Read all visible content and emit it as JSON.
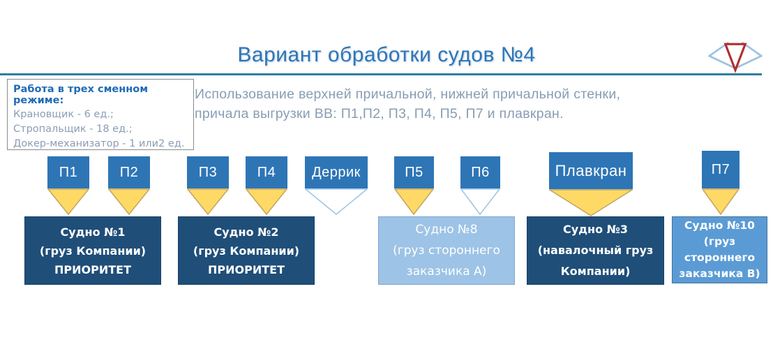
{
  "title": "Вариант обработки судов №4",
  "info_box": {
    "heading": "Работа в трех сменном режиме:",
    "lines": [
      "Крановщик - 6 ед.;",
      "Стропальщик - 18 ед.;",
      "Докер-механизатор - 1 или2 ед."
    ]
  },
  "description": {
    "line1": "Использование верхней причальной, нижней причальной стенки,",
    "line2": "причала выгрузки ВВ: П1,П2, П3, П4, П5, П7 и плавкран."
  },
  "cranes": [
    {
      "label": "П1",
      "arrow": "yellow"
    },
    {
      "label": "П2",
      "arrow": "yellow"
    },
    {
      "label": "П3",
      "arrow": "yellow"
    },
    {
      "label": "П4",
      "arrow": "yellow"
    },
    {
      "label": "Деррик",
      "arrow": "outline"
    },
    {
      "label": "П5",
      "arrow": "yellow"
    },
    {
      "label": "П6",
      "arrow": "outline"
    },
    {
      "label": "Плавкран",
      "arrow": "yellow"
    },
    {
      "label": "П7",
      "arrow": "yellow"
    }
  ],
  "ships": [
    {
      "lines": [
        "Судно №1",
        "(груз Компании)",
        "ПРИОРИТЕТ"
      ]
    },
    {
      "lines": [
        "Судно №2",
        "(груз Компании)",
        "ПРИОРИТЕТ"
      ]
    },
    {
      "lines": [
        "Судно №8",
        "(груз стороннего",
        "заказчика А)"
      ]
    },
    {
      "lines": [
        "Судно №3",
        "(навалочный груз",
        "Компании)"
      ]
    },
    {
      "lines": [
        "Судно №10",
        "(груз",
        "стороннего",
        "заказчика В)"
      ]
    }
  ],
  "colors": {
    "title_blue": "#2E75B6",
    "rule_teal": "#2E7C9E",
    "crane_blue": "#2E75B6",
    "arrow_yellow": "#FFD966",
    "ship_navy": "#1F4E79",
    "ship_light_blue": "#9DC3E6",
    "ship_medium_blue": "#5B9BD5",
    "logo_blue": "#9CC2E5",
    "logo_red": "#B02E2E"
  }
}
